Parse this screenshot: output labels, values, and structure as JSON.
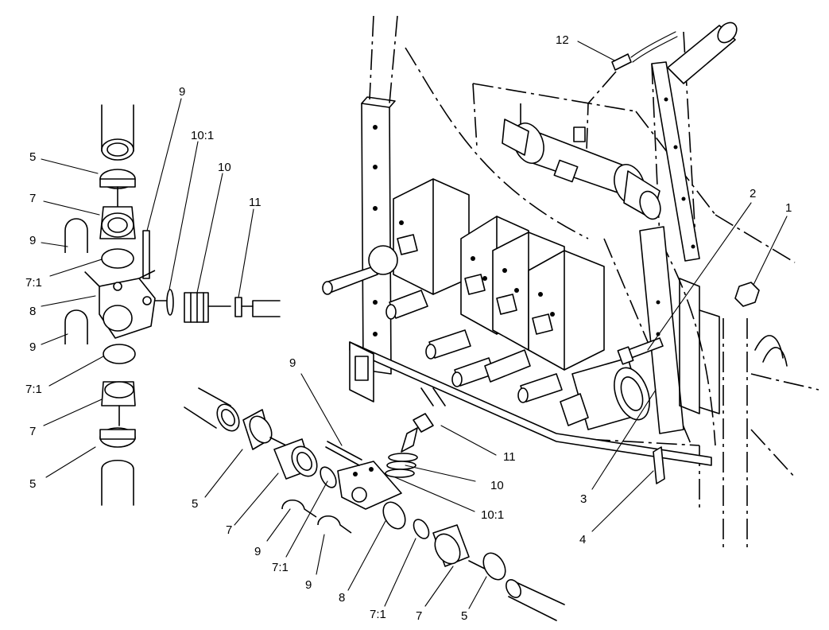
{
  "figure": "exploded parts diagram",
  "callouts": [
    {
      "id": "c12",
      "text": "12"
    },
    {
      "id": "c2",
      "text": "2"
    },
    {
      "id": "c1",
      "text": "1"
    },
    {
      "id": "c3",
      "text": "3"
    },
    {
      "id": "c4",
      "text": "4"
    },
    {
      "id": "c9a",
      "text": "9"
    },
    {
      "id": "c101a",
      "text": "10:1"
    },
    {
      "id": "c10a",
      "text": "10"
    },
    {
      "id": "c11a",
      "text": "11"
    },
    {
      "id": "c5a",
      "text": "5"
    },
    {
      "id": "c7a",
      "text": "7"
    },
    {
      "id": "c9b",
      "text": "9"
    },
    {
      "id": "c71a",
      "text": "7:1"
    },
    {
      "id": "c8a",
      "text": "8"
    },
    {
      "id": "c9c",
      "text": "9"
    },
    {
      "id": "c71b",
      "text": "7:1"
    },
    {
      "id": "c7b",
      "text": "7"
    },
    {
      "id": "c5b",
      "text": "5"
    },
    {
      "id": "c9d",
      "text": "9"
    },
    {
      "id": "c11b",
      "text": "11"
    },
    {
      "id": "c10b",
      "text": "10"
    },
    {
      "id": "c101b",
      "text": "10:1"
    },
    {
      "id": "c5c",
      "text": "5"
    },
    {
      "id": "c7c",
      "text": "7"
    },
    {
      "id": "c9e",
      "text": "9"
    },
    {
      "id": "c71c",
      "text": "7:1"
    },
    {
      "id": "c9f",
      "text": "9"
    },
    {
      "id": "c8b",
      "text": "8"
    },
    {
      "id": "c71d",
      "text": "7:1"
    },
    {
      "id": "c7d",
      "text": "7"
    },
    {
      "id": "c5d",
      "text": "5"
    }
  ]
}
